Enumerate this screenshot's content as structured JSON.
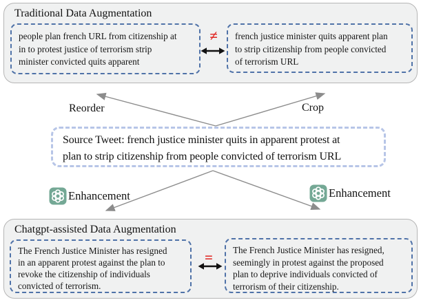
{
  "top_section": {
    "title": "Traditional Data Augmentation",
    "left_box_lines": [
      "people plan french URL from citizenship at",
      "in to protest justice of terrorism strip",
      "minister convicted quits apparent"
    ],
    "right_box_lines": [
      "french justice minister quits apparent plan",
      "to strip citizenship from people convicted",
      "of terrorism URL"
    ],
    "relation_symbol": "≠"
  },
  "middle": {
    "reorder_label": "Reorder",
    "crop_label": "Crop",
    "source_tweet_lines": [
      "Source Tweet: french justice minister quits in apparent protest at",
      "plan to strip citizenship from people convicted of terrorism URL"
    ],
    "enhancement_left_label": "Enhancement",
    "enhancement_right_label": "Enhancement"
  },
  "bottom_section": {
    "title": "Chatgpt-assisted Data Augmentation",
    "left_box_lines": [
      "The French Justice Minister has resigned",
      "in an apparent protest against the plan to",
      "revoke the citizenship of individuals",
      "convicted of terrorism."
    ],
    "right_box_lines": [
      "The French Justice Minister has resigned,",
      "seemingly in protest against the proposed",
      "plan to deprive individuals convicted of",
      "terrorism of their citizenship."
    ],
    "relation_symbol": "="
  },
  "icons": {
    "chatgpt_left": "chatgpt-logo",
    "chatgpt_right": "chatgpt-logo"
  },
  "colors": {
    "container_bg": "#f0f1f1",
    "container_border": "#b5b5b5",
    "inner_dash_blue": "#4f72a8",
    "source_dash_blue": "#b7c5e7",
    "relation_red": "#e02420",
    "arrow_gray": "#8c8c8c",
    "double_arrow_black": "#111111",
    "chatgpt_teal": "#74a895"
  }
}
